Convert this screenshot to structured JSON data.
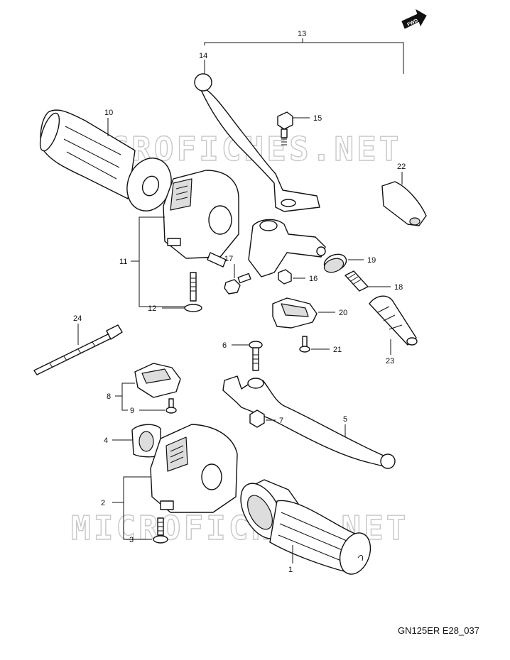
{
  "diagram": {
    "reference_code": "GN125ER E28_037",
    "fwd_label": "FWD",
    "watermark_top": "MICROFICHES.NET",
    "watermark_bottom": "MICROFICHES.NET",
    "callouts": {
      "c1": "1",
      "c2": "2",
      "c3": "3",
      "c4": "4",
      "c5": "5",
      "c6": "6",
      "c7": "7",
      "c8": "8",
      "c9": "9",
      "c10": "10",
      "c11": "11",
      "c12": "12",
      "c13": "13",
      "c14": "14",
      "c15": "15",
      "c16": "16",
      "c17": "17",
      "c18": "18",
      "c19": "19",
      "c20": "20",
      "c21": "21",
      "c22": "22",
      "c23": "23",
      "c24": "24"
    }
  }
}
